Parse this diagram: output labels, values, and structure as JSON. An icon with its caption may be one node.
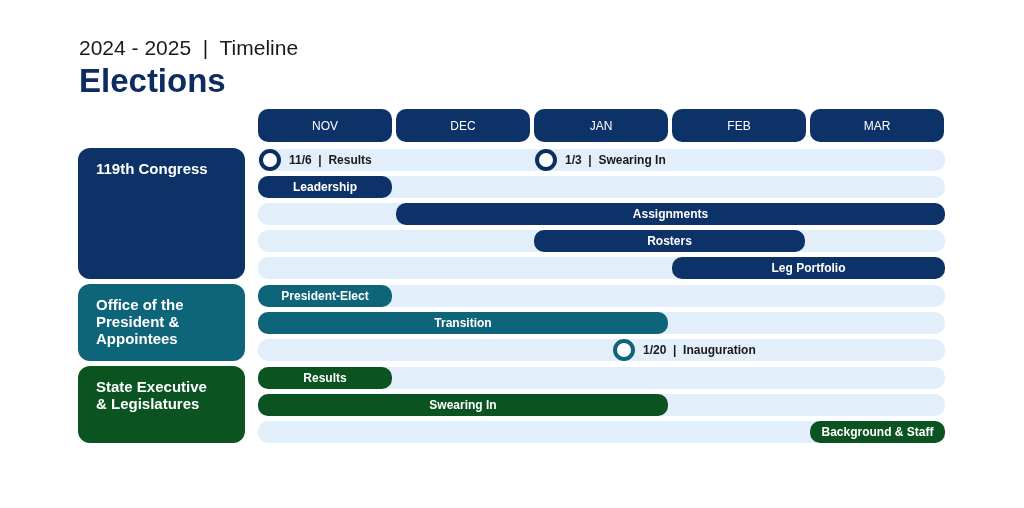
{
  "diagram": {
    "title": "Elections",
    "nodes": [
      {
        "text": [
          "NOV"
        ]
      },
      {
        "text": [
          "DEC"
        ]
      },
      {
        "text": [
          "JAN"
        ]
      },
      {
        "text": [
          "FEB"
        ]
      },
      {
        "text": [
          "MAR"
        ]
      },
      {
        "text": [
          "119th Congress"
        ]
      },
      {
        "text": [],
        "shape": "circle",
        "beside": [
          "11/6  |  Results"
        ]
      },
      {
        "text": [],
        "shape": "circle",
        "beside": [
          "1/3  |  Swearing In"
        ]
      },
      {
        "text": [
          "Leadership"
        ]
      },
      {
        "text": [
          "Assignments"
        ]
      },
      {
        "text": [
          "Rosters"
        ]
      },
      {
        "text": [
          "Leg Portfolio"
        ]
      },
      {
        "text": [
          "Office of the President & Appointees"
        ]
      },
      {
        "text": [
          "President-Elect"
        ]
      },
      {
        "text": [
          "Transition"
        ]
      },
      {
        "text": [],
        "shape": "circle",
        "beside": [
          "1/20  |  Inauguration"
        ]
      },
      {
        "text": [
          "State Executive & Legislatures"
        ]
      },
      {
        "text": [
          "Results"
        ]
      },
      {
        "text": [
          "Swearing In"
        ]
      },
      {
        "text": [
          "Background & Staff"
        ]
      }
    ],
    "labels": [
      "2024 - 2025  |  Timeline"
    ]
  }
}
